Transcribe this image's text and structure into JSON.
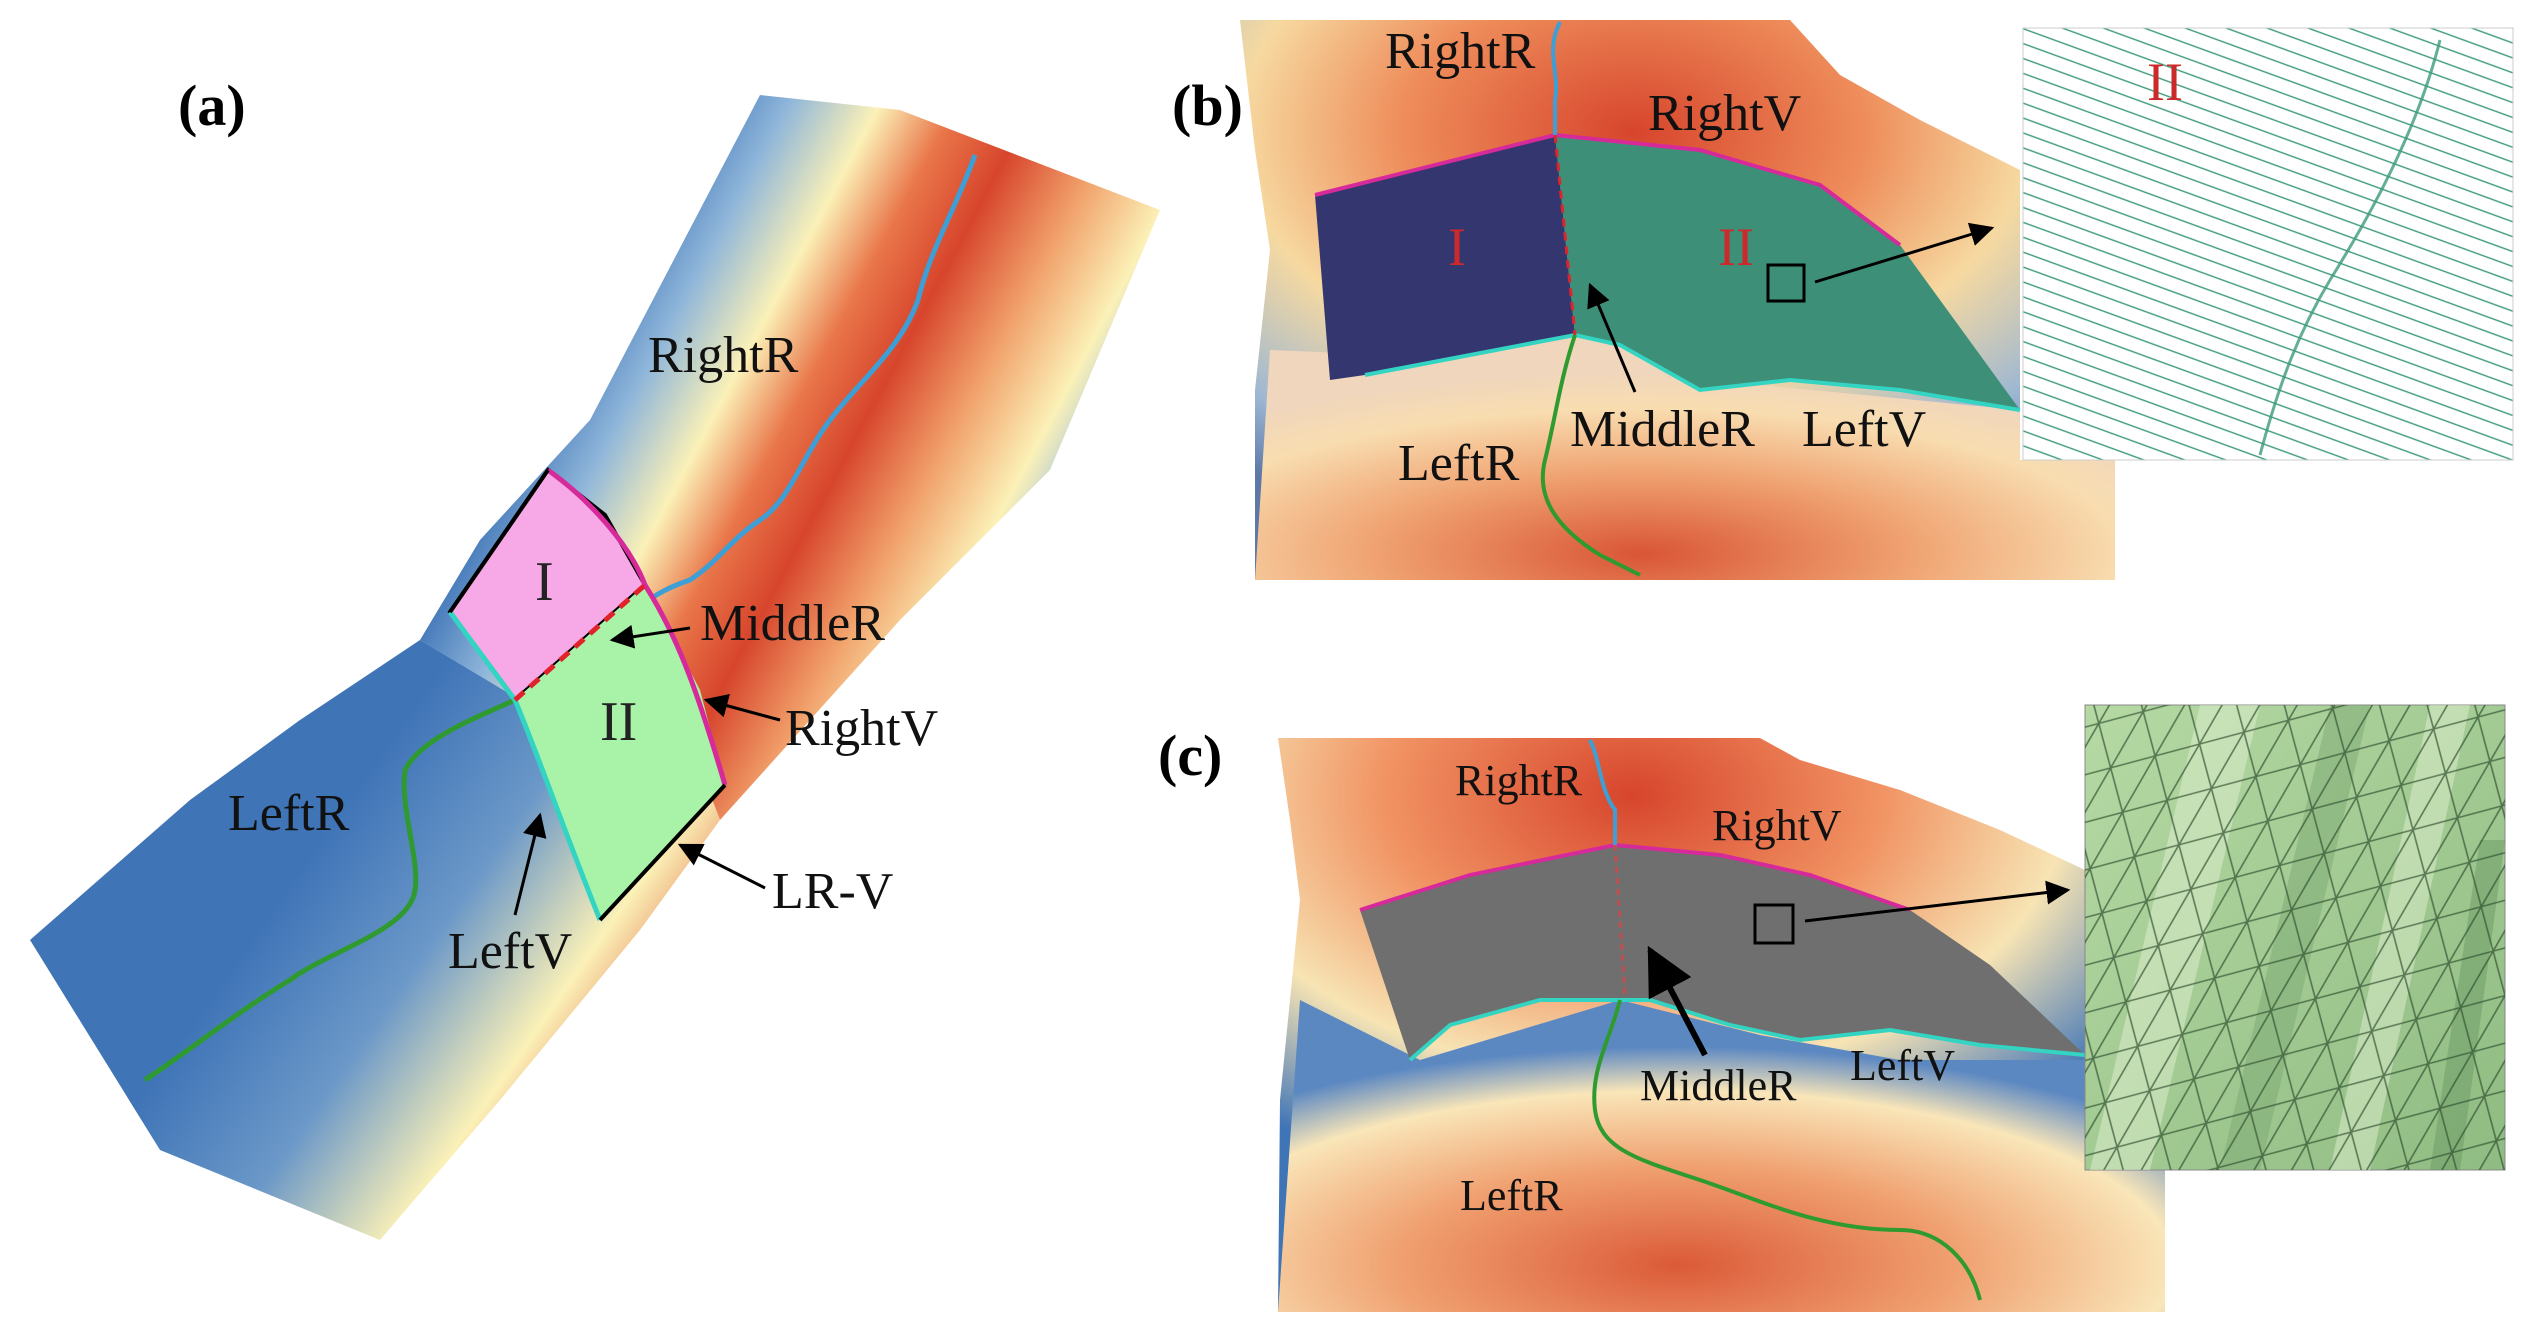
{
  "panel_a": {
    "tag": "(a)",
    "labels": {
      "right_ridge": "RightR",
      "left_ridge": "LeftR",
      "middle_ridge": "MiddleR",
      "right_valley": "RightV",
      "left_valley": "LeftV",
      "lr_v": "LR-V",
      "zone_one": "I",
      "zone_two": "II"
    }
  },
  "panel_b": {
    "tag": "(b)",
    "labels": {
      "right_ridge": "RightR",
      "right_valley": "RightV",
      "zone_one": "I",
      "zone_two": "II",
      "middle_ridge": "MiddleR",
      "left_valley": "LeftV",
      "left_ridge": "LeftR",
      "inset_zone": "II"
    }
  },
  "panel_c": {
    "tag": "(c)",
    "labels": {
      "right_ridge": "RightR",
      "right_valley": "RightV",
      "middle_ridge": "MiddleR",
      "left_valley": "LeftV",
      "left_ridge": "LeftR"
    }
  },
  "colors": {
    "ridge_red": "#d7452c",
    "low_blue": "#3f74b7",
    "mid_yellow": "#fbf1b7",
    "right_ridge_line": "#3d9fd6",
    "left_ridge_line": "#2f9a2f",
    "right_valley_line": "#d62a9a",
    "left_valley_line": "#34d4c3",
    "middle_ridge_line": "#e0232b",
    "zone_one_fill": "#f6a9e6",
    "zone_two_fill": "#a9f3a9",
    "b_zone_one": "#34366f",
    "b_zone_two": "#3e8f78",
    "c_surface": "#6f6f6f",
    "mesh_green": "#3c9b7a"
  }
}
